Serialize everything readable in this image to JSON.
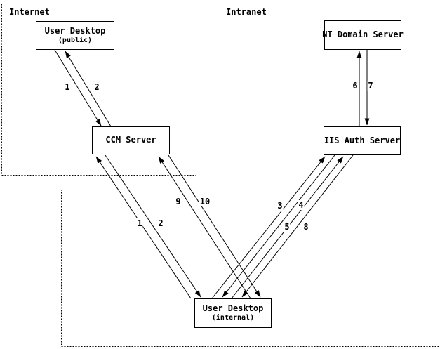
{
  "zones": {
    "internet": {
      "label": "Internet"
    },
    "intranet": {
      "label": "Intranet"
    }
  },
  "nodes": {
    "user_desktop_public": {
      "title": "User Desktop",
      "subtitle": "(public)"
    },
    "nt_domain_server": {
      "title": "NT Domain Server"
    },
    "ccm_server": {
      "title": "CCM Server"
    },
    "iis_auth_server": {
      "title": "IIS Auth Server"
    },
    "user_desktop_internal": {
      "title": "User Desktop",
      "subtitle": "(internal)"
    }
  },
  "connections": [
    {
      "label": "1",
      "from": "user_desktop_public",
      "to": "ccm_server"
    },
    {
      "label": "2",
      "from": "ccm_server",
      "to": "user_desktop_public"
    },
    {
      "label": "6",
      "from": "iis_auth_server",
      "to": "nt_domain_server"
    },
    {
      "label": "7",
      "from": "nt_domain_server",
      "to": "iis_auth_server"
    },
    {
      "label": "9",
      "from": "user_desktop_internal",
      "to": "ccm_server"
    },
    {
      "label": "10",
      "from": "ccm_server",
      "to": "user_desktop_internal"
    },
    {
      "label": "1",
      "from": "user_desktop_internal",
      "to": "ccm_server"
    },
    {
      "label": "2",
      "from": "ccm_server",
      "to": "user_desktop_internal"
    },
    {
      "label": "3",
      "from": "user_desktop_internal",
      "to": "iis_auth_server"
    },
    {
      "label": "4",
      "from": "iis_auth_server",
      "to": "user_desktop_internal"
    },
    {
      "label": "5",
      "from": "user_desktop_internal",
      "to": "iis_auth_server"
    },
    {
      "label": "8",
      "from": "iis_auth_server",
      "to": "user_desktop_internal"
    }
  ],
  "colors": {
    "line": "#000000",
    "background": "#ffffff"
  }
}
